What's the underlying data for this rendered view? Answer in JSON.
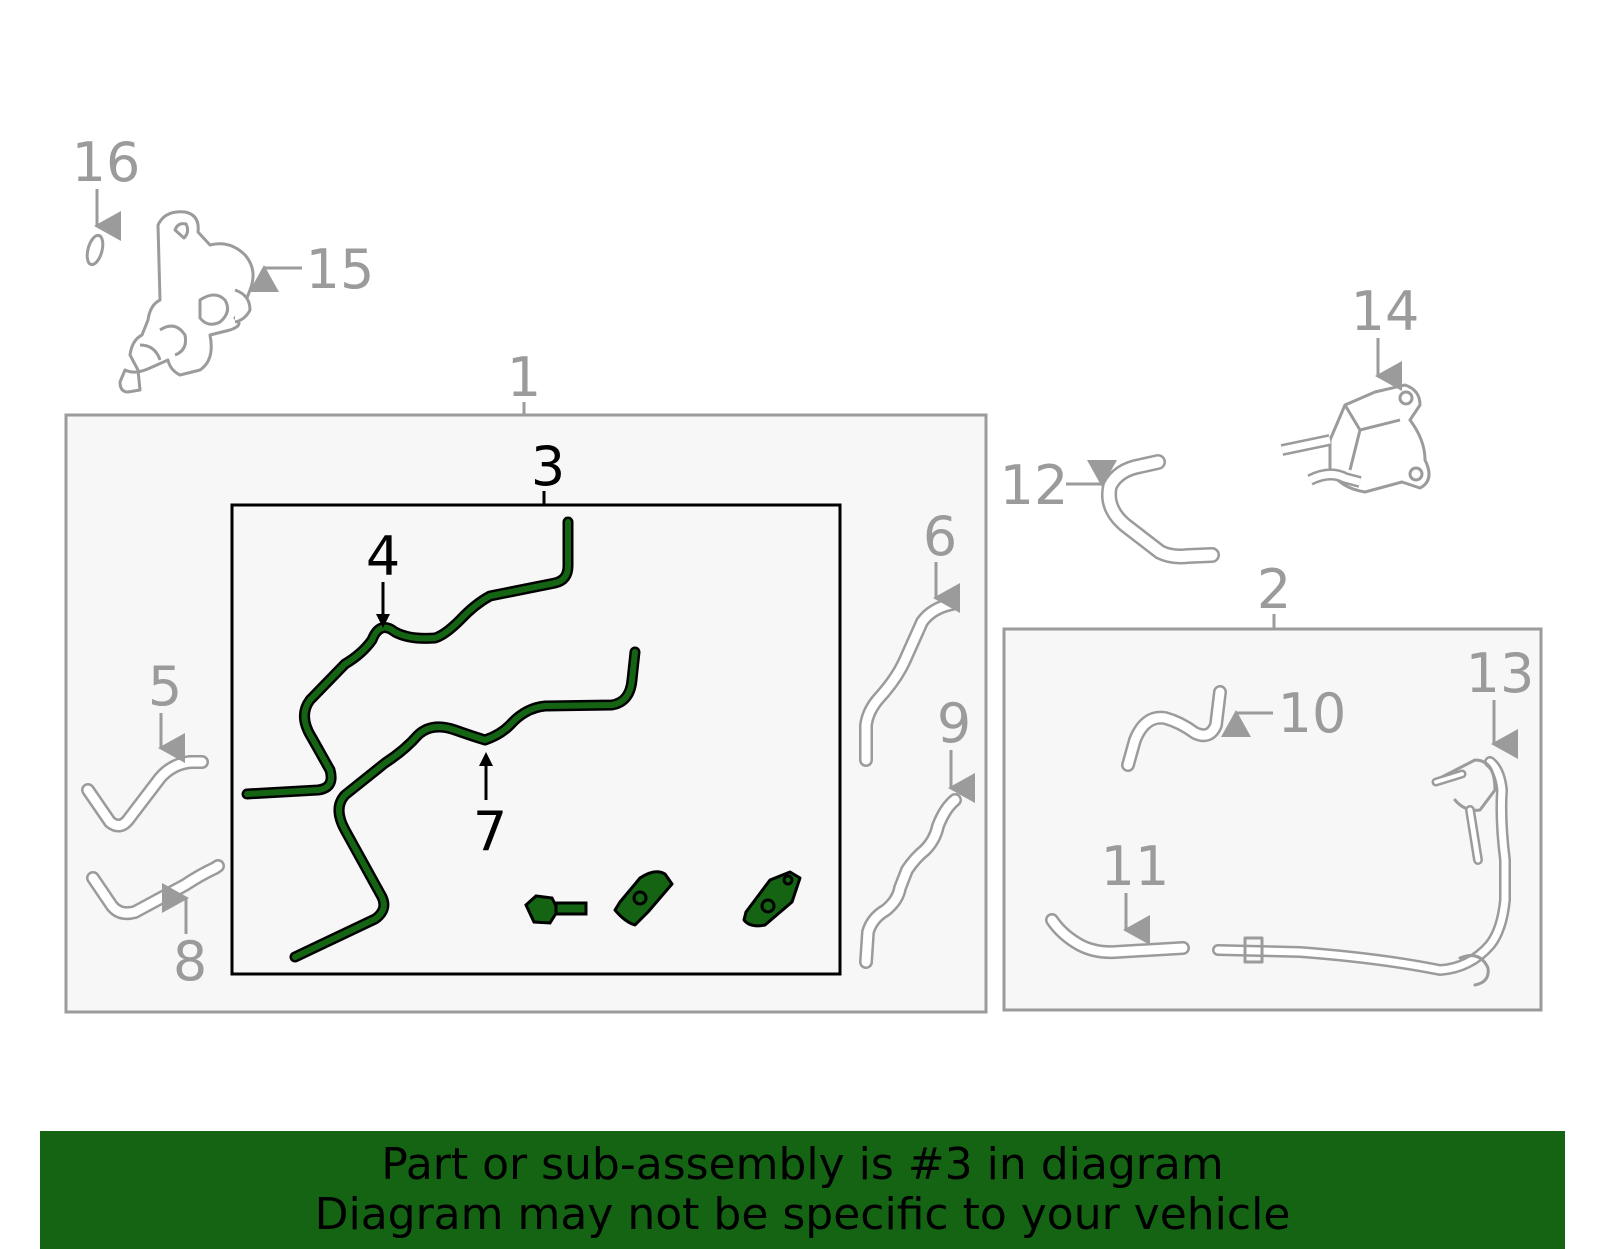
{
  "callouts": {
    "c1": "1",
    "c2": "2",
    "c3": "3",
    "c4": "4",
    "c5": "5",
    "c6": "6",
    "c7": "7",
    "c8": "8",
    "c9": "9",
    "c10": "10",
    "c11": "11",
    "c12": "12",
    "c13": "13",
    "c14": "14",
    "c15": "15",
    "c16": "16"
  },
  "highlighted_part": "3",
  "colors": {
    "highlight": "#146414",
    "part_outline": "#9b9b9b",
    "box_fill": "#f7f7f7"
  },
  "banner": {
    "line1": "Part or sub-assembly is #3 in diagram",
    "line2": "Diagram may not be specific to your vehicle"
  }
}
